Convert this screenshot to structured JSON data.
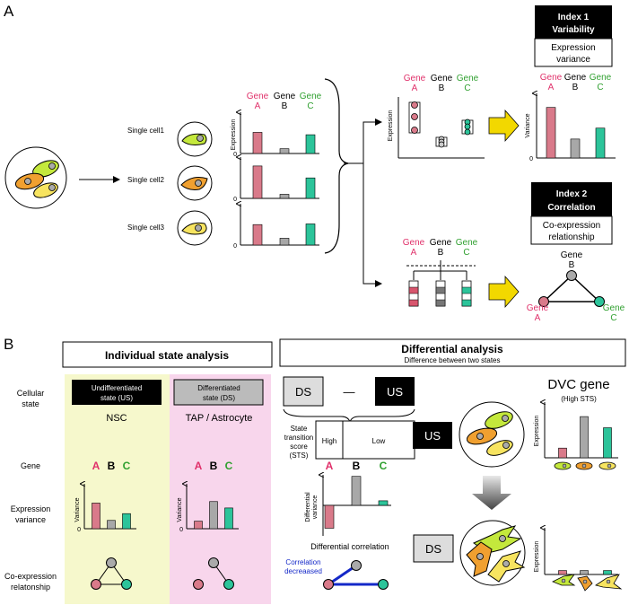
{
  "colors": {
    "pink": "#d8566e",
    "bar_pink": "#d97a8a",
    "gray": "#a8a8a8",
    "green": "#2cc49a",
    "cell_green": "#c4e83c",
    "cell_orange": "#f0a030",
    "cell_yellow": "#f7e460",
    "bg_yellow": "#f6f8cc",
    "bg_pink": "#f8d6ec",
    "blue": "#1428c8",
    "arrow_yellow": "#f2d800",
    "gene_pink_text": "#e0306a",
    "gene_green_text": "#30a030"
  },
  "panelA": {
    "label": "A",
    "cells": [
      "Single cell1",
      "Single cell2",
      "Single cell3"
    ],
    "expression_axis": "Expression",
    "zero": "0",
    "genes": [
      {
        "line1": "Gene",
        "line2": "A"
      },
      {
        "line1": "Gene",
        "line2": "B"
      },
      {
        "line1": "Gene",
        "line2": "C"
      }
    ],
    "bars_cell1": [
      0.62,
      0.14,
      0.55
    ],
    "bars_cell2": [
      0.95,
      0.12,
      0.6
    ],
    "bars_cell3": [
      0.6,
      0.2,
      0.62
    ],
    "variance_axis": "Variance",
    "variance_bars": [
      0.88,
      0.33,
      0.52
    ],
    "index1": {
      "title1": "Index 1",
      "title2": "Variability",
      "line1": "Expression",
      "line2": "variance"
    },
    "index2": {
      "title1": "Index 2",
      "title2": "Correlation",
      "line1": "Co-expression",
      "line2": "relationship"
    }
  },
  "panelB": {
    "label": "B",
    "individual": {
      "title": "Individual state analysis"
    },
    "differential": {
      "title": "Differential analysis",
      "subtitle": "Difference between two states"
    },
    "row_labels": {
      "cellular_state": [
        "Cellular",
        "state"
      ],
      "gene": "Gene",
      "expression_variance": [
        "Expression",
        "variance"
      ],
      "coexpr": [
        "Co-expression",
        "relatonship"
      ]
    },
    "us_box": [
      "Undifferentiated",
      "state (US)"
    ],
    "ds_box": [
      "Differentiated",
      "state (DS)"
    ],
    "nsc": "NSC",
    "tap": "TAP / Astrocyte",
    "gene_letters": [
      "A",
      "B",
      "C"
    ],
    "variance_axis": "Variance",
    "zero": "0",
    "nsc_bars": [
      0.68,
      0.22,
      0.4
    ],
    "tap_bars": [
      0.2,
      0.72,
      0.55
    ],
    "ds_label": "DS",
    "minus": "—",
    "us_label": "US",
    "sts": [
      "State",
      "transition",
      "score",
      "(STS)"
    ],
    "high": "High",
    "low": "Low",
    "diff_axis": [
      "Differential",
      "variance"
    ],
    "diff_bars": [
      -0.75,
      0.95,
      0.15
    ],
    "diff_corr": "Differential correlation",
    "corr_dec": [
      "Correlation",
      "decreaased"
    ],
    "dvc_title": "DVC gene",
    "dvc_sub": "(High STS)",
    "expression_axis": "Expression",
    "dvc_us_bars": [
      0.2,
      0.85,
      0.62
    ],
    "dvc_ds_bars": [
      0.1,
      0.1,
      0.1
    ]
  }
}
